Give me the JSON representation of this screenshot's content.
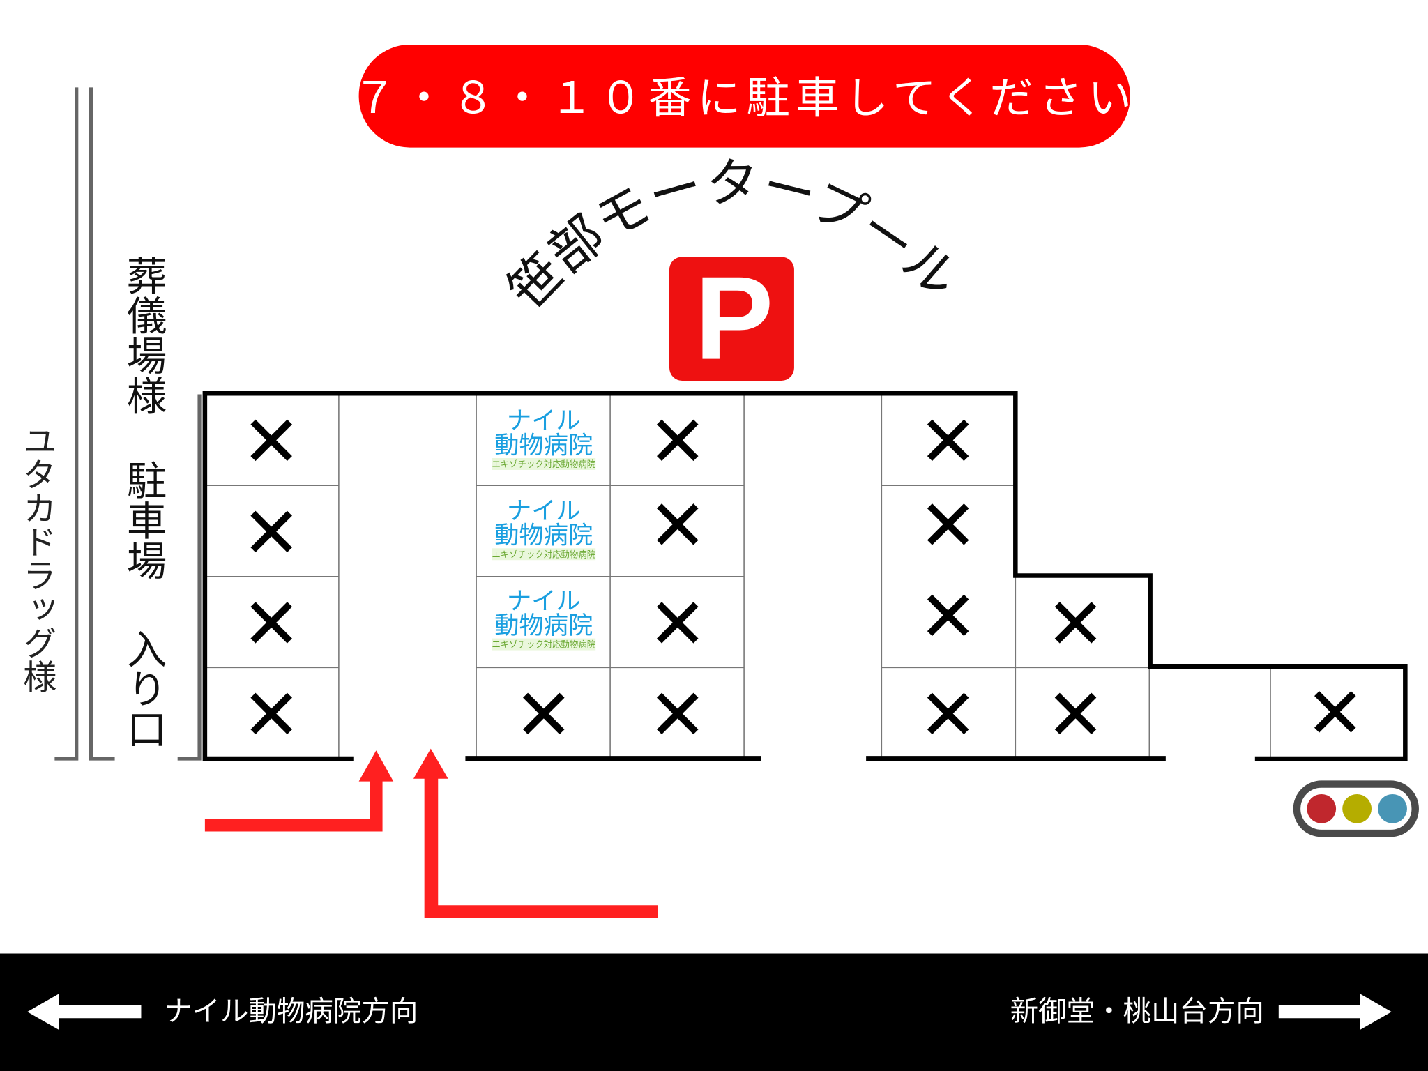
{
  "banner": {
    "text": "７・８・１０番に駐車してください",
    "color": "#ff0000"
  },
  "title": {
    "text": "笹部モータープール"
  },
  "parking_sign": {
    "letter": "P",
    "color": "#ee1111"
  },
  "labels": {
    "funeral_hall": "葬儀場様",
    "parking": "駐車場",
    "entrance": "入り口",
    "drugstore": "ユタカドラッグ様"
  },
  "reserved_logo": {
    "name": "ナイル",
    "sub": "動物病院",
    "tagline": "エキゾチック対応動物病院",
    "name_color": "#1a9fe0"
  },
  "spaces": {
    "unavailable_mark": "✕"
  },
  "traffic_light": {
    "colors": [
      "#c0272d",
      "#b5ad00",
      "#4895b5"
    ]
  },
  "road": {
    "left_direction": "ナイル動物病院方向",
    "right_direction": "新御堂・桃山台方向"
  },
  "arrow_color": "#ff2020"
}
